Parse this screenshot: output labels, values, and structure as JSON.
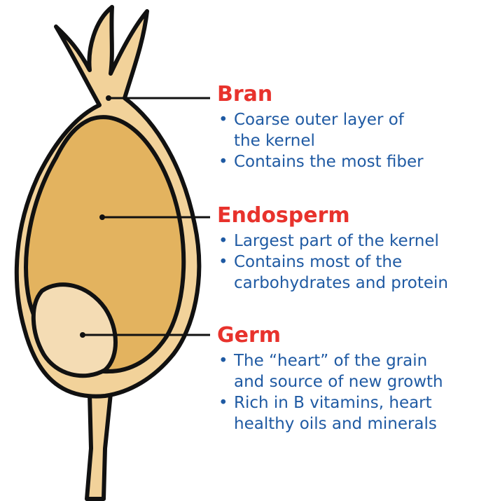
{
  "colors": {
    "title": "#e8322c",
    "text": "#1f5aa3",
    "outline": "#111111",
    "bran_fill": "#f2d29a",
    "endosperm_fill": "#e3b35f",
    "germ_fill": "#f4dcb4"
  },
  "parts": [
    {
      "title": "Bran",
      "bullets": [
        "Coarse outer layer of\nthe kernel",
        "Contains the most fiber"
      ]
    },
    {
      "title": "Endosperm",
      "bullets": [
        "Largest part of the kernel",
        "Contains most of the\ncarbohydrates and protein"
      ]
    },
    {
      "title": "Germ",
      "bullets": [
        "The “heart” of the grain\nand source of new growth",
        "Rich in B vitamins, heart\nhealthy oils and minerals"
      ]
    }
  ]
}
